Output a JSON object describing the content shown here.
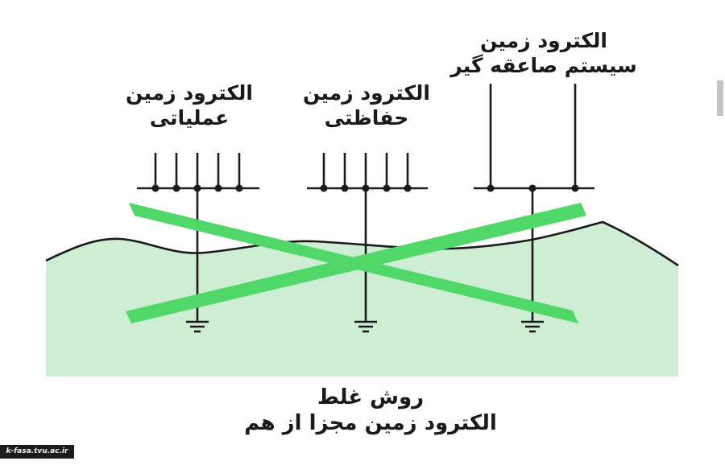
{
  "labels": {
    "operational": {
      "line1": "الکترود زمین",
      "line2": "عملیاتی"
    },
    "protective": {
      "line1": "الکترود زمین",
      "line2": "حفاظتی"
    },
    "lightning": {
      "line1": "الکترود زمین",
      "line2": "سیستم صاعقه گیر"
    }
  },
  "caption": {
    "line1": "روش غلط",
    "line2": "الکترود زمین مجزا از هم"
  },
  "watermark": "k-fasa.tvu.ac.ir",
  "colors": {
    "ground_fill": "#cdeed2",
    "cross_mark": "#4fd768",
    "line": "#1a1a1a"
  },
  "icons": [
    "ground-symbol-icon",
    "cross-mark-icon"
  ]
}
